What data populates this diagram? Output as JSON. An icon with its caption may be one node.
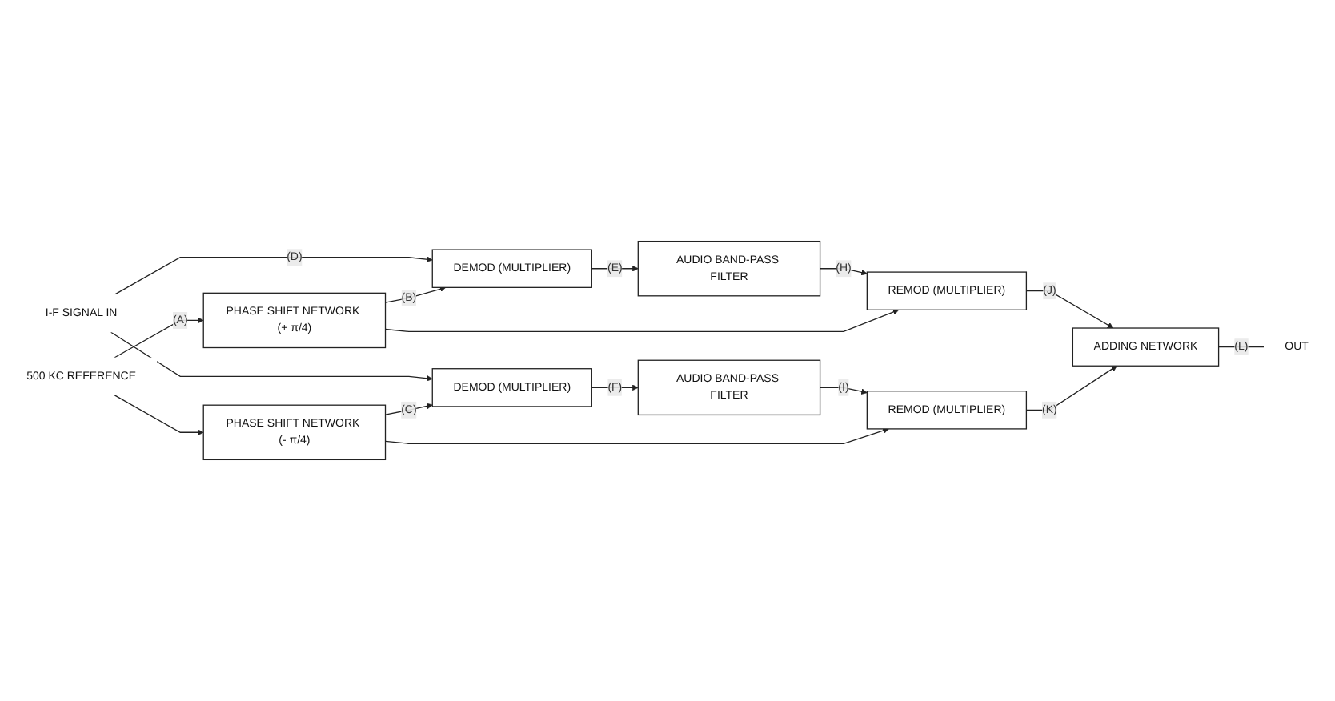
{
  "diagram": {
    "nodes": [
      {
        "text": [
          "I-F SIGNAL IN"
        ]
      },
      {
        "text": [
          "DEMOD (MULTIPLIER)"
        ]
      },
      {
        "text": [
          "AUDIO BAND-PASS FILTER"
        ]
      },
      {
        "text": [
          "REMOD (MULTIPLIER)"
        ]
      },
      {
        "text": [
          "ADDING NETWORK"
        ]
      },
      {
        "text": [
          "DEMOD (MULTIPLIER)"
        ]
      },
      {
        "text": [
          "AUDIO BAND-PASS FILTER"
        ]
      },
      {
        "text": [
          "REMOD (MULTIPLIER)"
        ]
      },
      {
        "text": [
          "PHASE SHIFT NETWORK (+ π/4)"
        ]
      },
      {
        "text": [
          "PHASE SHIFT NETWORK (- π/4)"
        ]
      },
      {
        "text": [
          "500 KC REFERENCE"
        ]
      },
      {
        "text": [
          "OUT"
        ]
      }
    ],
    "edges": [
      {
        "from": 0,
        "to": 1,
        "arrow": "to",
        "label": "(D)"
      },
      {
        "from": 0,
        "to": 5,
        "arrow": "to"
      },
      {
        "from": 1,
        "to": 2,
        "arrow": "to",
        "label": "(E)"
      },
      {
        "from": 2,
        "to": 3,
        "arrow": "to",
        "label": "(H)"
      },
      {
        "from": 3,
        "to": 4,
        "arrow": "to",
        "label": "(J)"
      },
      {
        "from": 5,
        "to": 6,
        "arrow": "to",
        "label": "(F)"
      },
      {
        "from": 6,
        "to": 7,
        "arrow": "to",
        "label": "(I)"
      },
      {
        "from": 7,
        "to": 4,
        "arrow": "to",
        "label": "(K)"
      },
      {
        "from": 4,
        "to": 11,
        "arrow": "none",
        "label": "(L)"
      },
      {
        "from": 10,
        "to": 8,
        "arrow": "to",
        "label": "(A)"
      },
      {
        "from": 10,
        "to": 9,
        "arrow": "to"
      },
      {
        "from": 8,
        "to": 1,
        "arrow": "to",
        "label": "(B)"
      },
      {
        "from": 8,
        "to": 3,
        "arrow": "to"
      },
      {
        "from": 9,
        "to": 5,
        "arrow": "to",
        "label": "(C)"
      },
      {
        "from": 9,
        "to": 7,
        "arrow": "to"
      }
    ]
  }
}
